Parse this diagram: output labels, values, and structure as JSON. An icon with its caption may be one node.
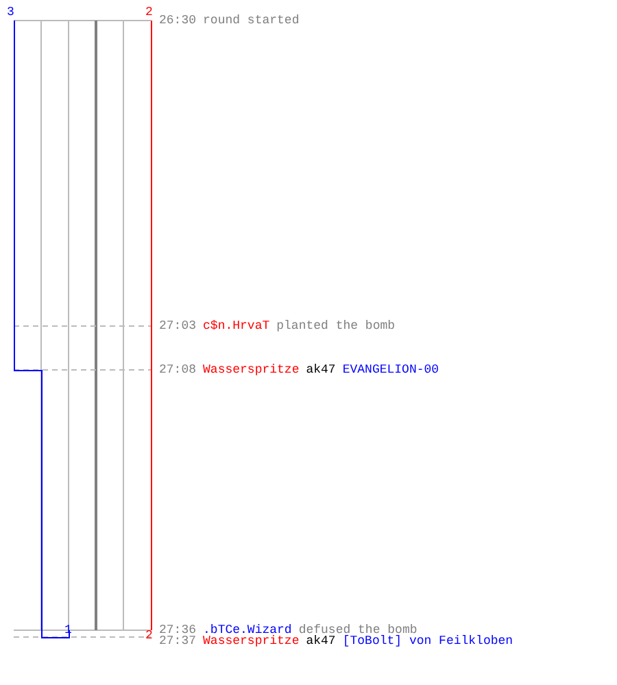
{
  "diagram": {
    "labels": [
      "3",
      "2",
      "26:30",
      "round started",
      "27:03",
      "c$n.HrvaT",
      "planted the bomb",
      "27:08",
      "Wasserspritze",
      "ak47",
      "EVANGELION-00",
      "1",
      "2",
      "27:36",
      ".bTCe.Wizard",
      "defused the bomb",
      "27:37",
      "Wasserspritze",
      "ak47",
      "[ToBolt] von Feilkloben"
    ]
  }
}
